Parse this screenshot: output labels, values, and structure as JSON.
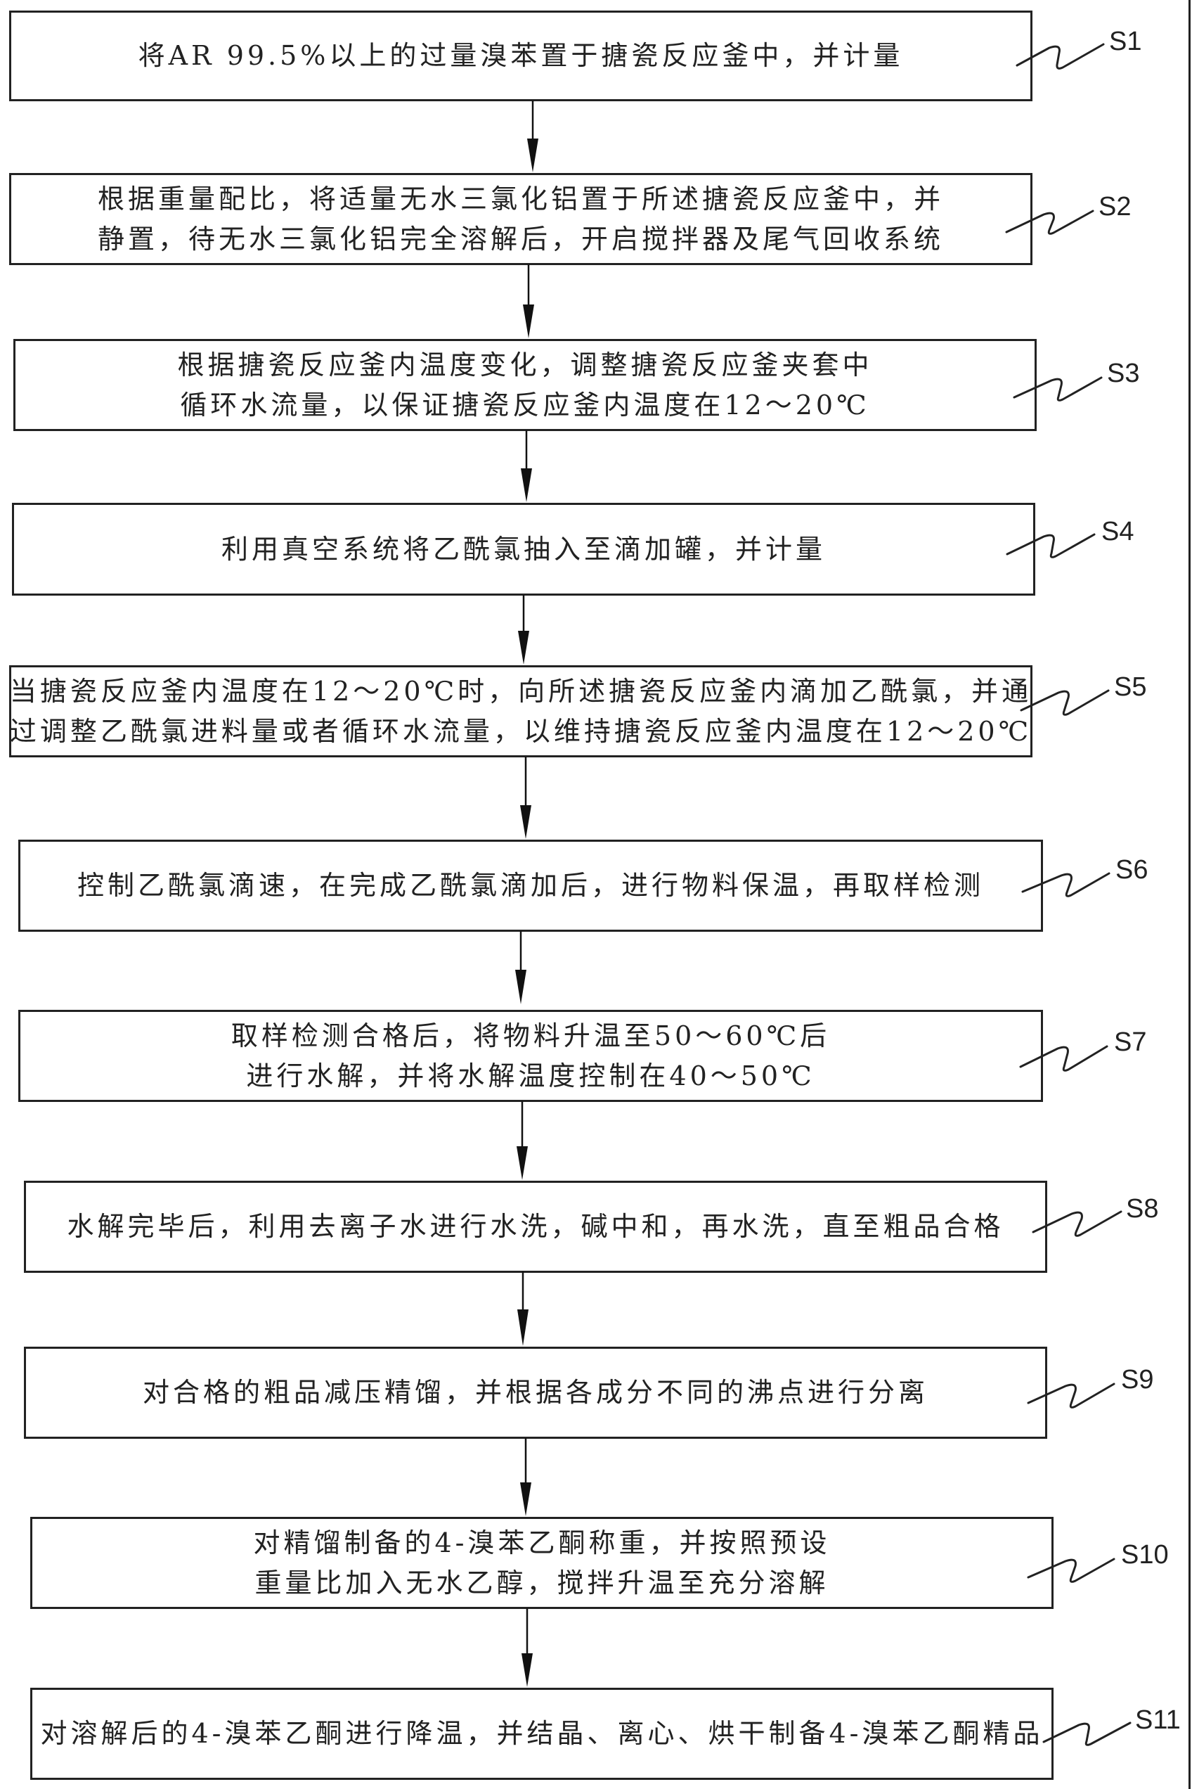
{
  "colors": {
    "background": "#ffffff",
    "line": "#222222",
    "text": "#222222"
  },
  "steps": [
    {
      "id": "S1",
      "label": "S1",
      "lines": [
        "将AR 99.5%以上的过量溴苯置于搪瓷反应釜中，并计量"
      ]
    },
    {
      "id": "S2",
      "label": "S2",
      "lines": [
        "根据重量配比，将适量无水三氯化铝置于所述搪瓷反应釜中，并",
        "静置，待无水三氯化铝完全溶解后，开启搅拌器及尾气回收系统"
      ]
    },
    {
      "id": "S3",
      "label": "S3",
      "lines": [
        "根据搪瓷反应釜内温度变化，调整搪瓷反应釜夹套中",
        "循环水流量，以保证搪瓷反应釜内温度在12～20℃"
      ]
    },
    {
      "id": "S4",
      "label": "S4",
      "lines": [
        "利用真空系统将乙酰氯抽入至滴加罐，并计量"
      ]
    },
    {
      "id": "S5",
      "label": "S5",
      "lines": [
        "当搪瓷反应釜内温度在12～20℃时，向所述搪瓷反应釜内滴加乙酰氯，并通",
        "过调整乙酰氯进料量或者循环水流量，以维持搪瓷反应釜内温度在12～20℃"
      ]
    },
    {
      "id": "S6",
      "label": "S6",
      "lines": [
        "控制乙酰氯滴速，在完成乙酰氯滴加后，进行物料保温，再取样检测"
      ]
    },
    {
      "id": "S7",
      "label": "S7",
      "lines": [
        "取样检测合格后，将物料升温至50～60℃后",
        "进行水解，并将水解温度控制在40～50℃"
      ]
    },
    {
      "id": "S8",
      "label": "S8",
      "lines": [
        "水解完毕后，利用去离子水进行水洗，碱中和，再水洗，直至粗品合格"
      ]
    },
    {
      "id": "S9",
      "label": "S9",
      "lines": [
        "对合格的粗品减压精馏，并根据各成分不同的沸点进行分离"
      ]
    },
    {
      "id": "S10",
      "label": "S10",
      "lines": [
        "对精馏制备的4-溴苯乙酮称重，并按照预设",
        "重量比加入无水乙醇，搅拌升温至充分溶解"
      ]
    },
    {
      "id": "S11",
      "label": "S11",
      "lines": [
        "对溶解后的4-溴苯乙酮进行降温，并结晶、离心、烘干制备4-溴苯乙酮精品"
      ]
    }
  ],
  "arrows": [
    {
      "from": "S1",
      "to": "S2"
    },
    {
      "from": "S2",
      "to": "S3"
    },
    {
      "from": "S3",
      "to": "S4"
    },
    {
      "from": "S4",
      "to": "S5"
    },
    {
      "from": "S5",
      "to": "S6"
    },
    {
      "from": "S6",
      "to": "S7"
    },
    {
      "from": "S7",
      "to": "S8"
    },
    {
      "from": "S8",
      "to": "S9"
    },
    {
      "from": "S9",
      "to": "S10"
    },
    {
      "from": "S10",
      "to": "S11"
    }
  ]
}
